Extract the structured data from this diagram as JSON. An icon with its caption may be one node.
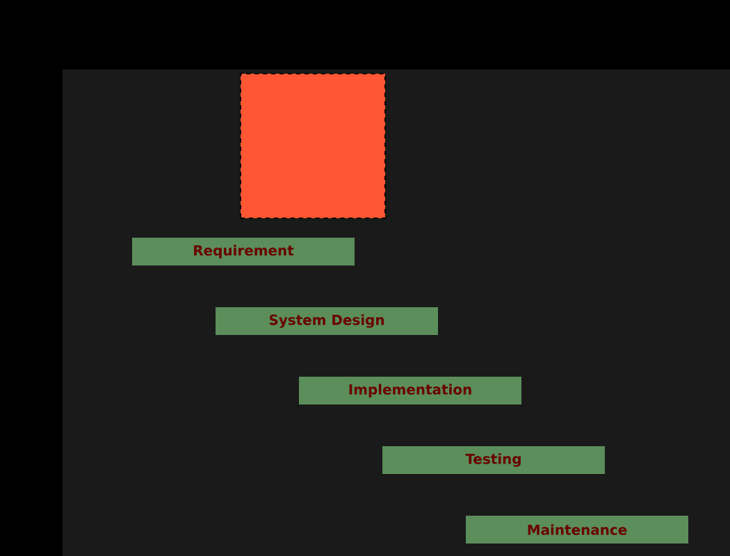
{
  "diagram": {
    "nodes": [
      {
        "text": [],
        "shape": "box"
      },
      {
        "text": [
          "Requirement"
        ]
      },
      {
        "text": [
          "System Design"
        ]
      },
      {
        "text": [
          "Implementation"
        ]
      },
      {
        "text": [
          "Testing"
        ]
      },
      {
        "text": [
          "Maintenance"
        ]
      }
    ]
  }
}
